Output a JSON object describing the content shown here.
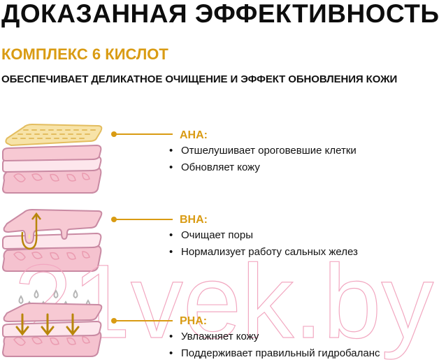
{
  "header": {
    "title": "ДОКАЗАННАЯ ЭФФЕКТИВНОСТЬ",
    "subtitle": "КОМПЛЕКС 6 КИСЛОТ",
    "tagline": "ОБЕСПЕЧИВАЕТ ДЕЛИКАТНОЕ ОЧИЩЕНИЕ И ЭФФЕКТ ОБНОВЛЕНИЯ КОЖИ"
  },
  "colors": {
    "accent": "#d99b13",
    "text": "#111111",
    "skin_pink": "#f7c9d3",
    "skin_outline": "#c98aa3",
    "aha_layer": "#f5dc9a",
    "watermark": "#f2a7c0"
  },
  "acids": [
    {
      "name": "AHA:",
      "icon": "skin-layers-exfoliation-icon",
      "bullet": "•",
      "points": [
        "Отшелушивает ороговевшие клетки",
        "Обновляет кожу"
      ]
    },
    {
      "name": "BHA:",
      "icon": "skin-pore-cleansing-icon",
      "bullet": "•",
      "points": [
        "Очищает поры",
        "Нормализует работу сальных желез"
      ]
    },
    {
      "name": "PHA:",
      "icon": "skin-hydration-icon",
      "bullet": "•",
      "points": [
        "Увлажняет кожу",
        "Поддерживает правильный гидробаланс"
      ]
    }
  ],
  "watermark": {
    "text": "21vek.by"
  }
}
